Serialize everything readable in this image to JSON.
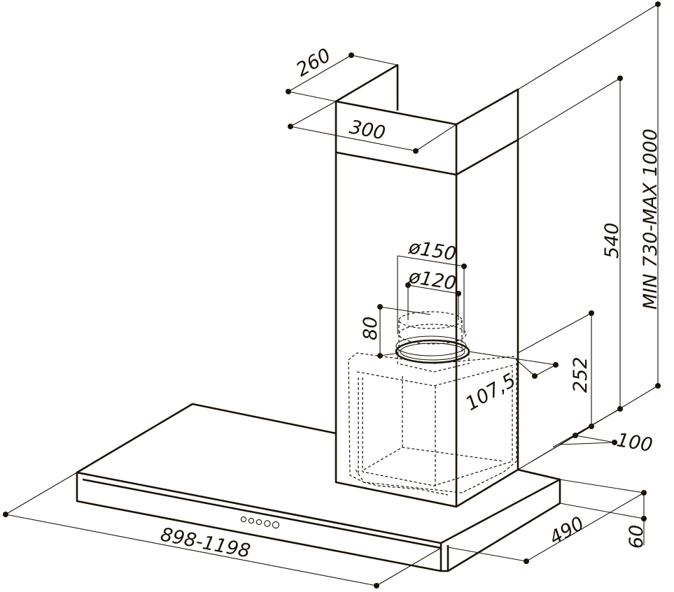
{
  "dimensions": {
    "chimney_depth": "260",
    "chimney_width": "300",
    "total_height": "MIN 730-MAX 1000",
    "chimney_height": "540",
    "outlet_outer": "ø150",
    "outlet_inner": "ø120",
    "outlet_height": "80",
    "motor_depth": "107,5",
    "motor_height": "252",
    "wall_offset": "100",
    "hood_depth": "490",
    "hood_width": "898-1198",
    "hood_height": "60"
  },
  "colors": {
    "line": "#1a1208",
    "background": "#ffffff"
  },
  "icons": [
    "control-buttons-icon"
  ]
}
